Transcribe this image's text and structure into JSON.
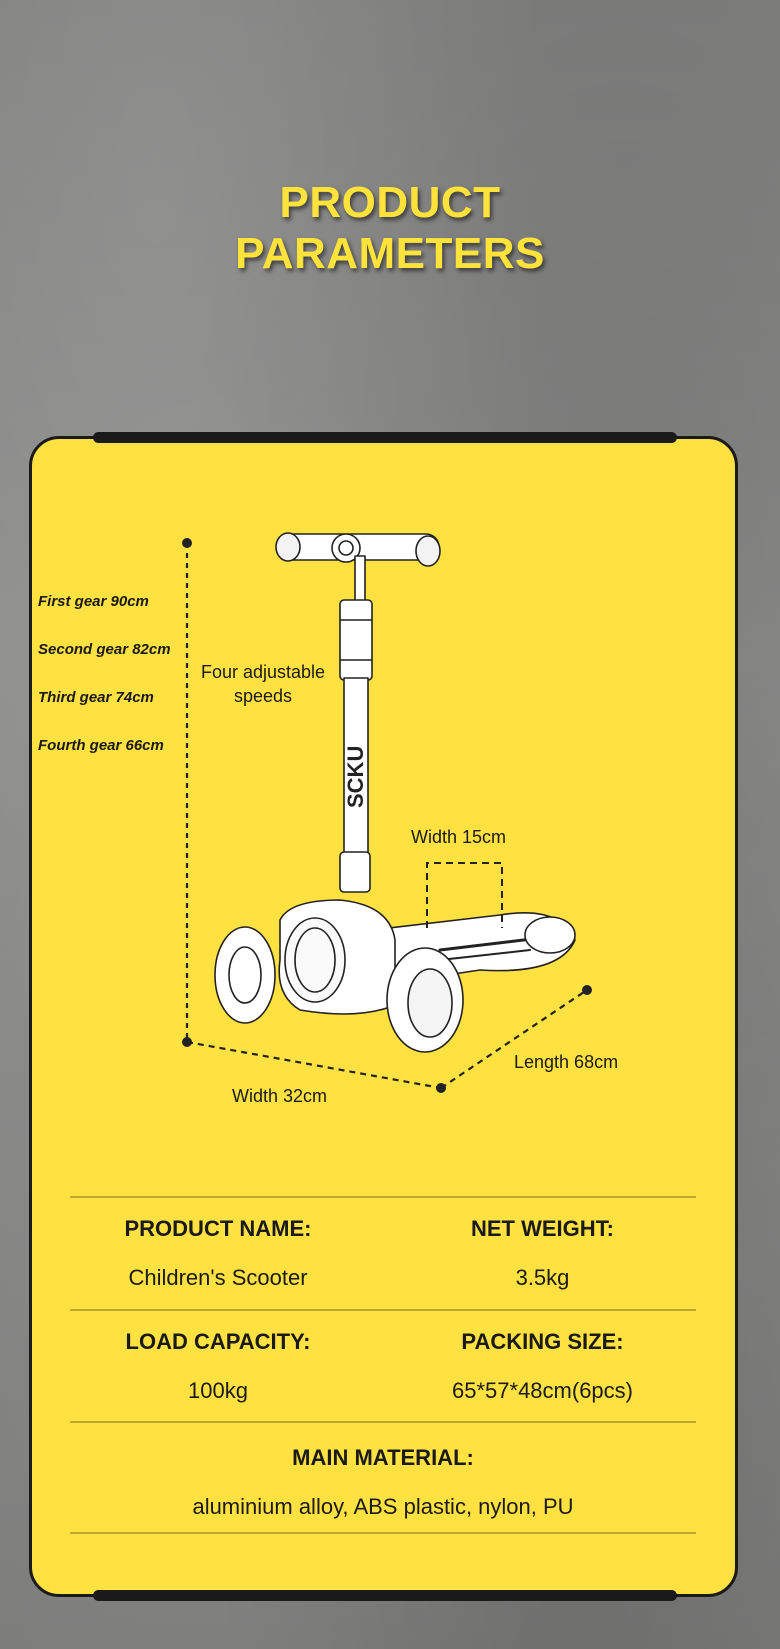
{
  "title": {
    "line1": "PRODUCT",
    "line2": "PARAMETERS"
  },
  "gears": [
    "First gear 90cm",
    "Second gear 82cm",
    "Third gear 74cm",
    "Fourth gear 66cm"
  ],
  "diagram": {
    "adjust_line1": "Four adjustable",
    "adjust_line2": "speeds",
    "width_deck": "Width 15cm",
    "length": "Length 68cm",
    "width_base": "Width 32cm",
    "brand": "SCKU"
  },
  "specs": {
    "product_name_label": "PRODUCT NAME:",
    "product_name_value": "Children's Scooter",
    "net_weight_label": "NET WEIGHT:",
    "net_weight_value": "3.5kg",
    "load_capacity_label": "LOAD CAPACITY:",
    "load_capacity_value": "100kg",
    "packing_size_label": "PACKING SIZE:",
    "packing_size_value": "65*57*48cm(6pcs)",
    "main_material_label": "MAIN MATERIAL:",
    "main_material_value": "aluminium alloy, ABS plastic, nylon, PU"
  },
  "colors": {
    "accent": "#ffe142",
    "title": "#ffe33b",
    "ink": "#1a1a1a"
  }
}
